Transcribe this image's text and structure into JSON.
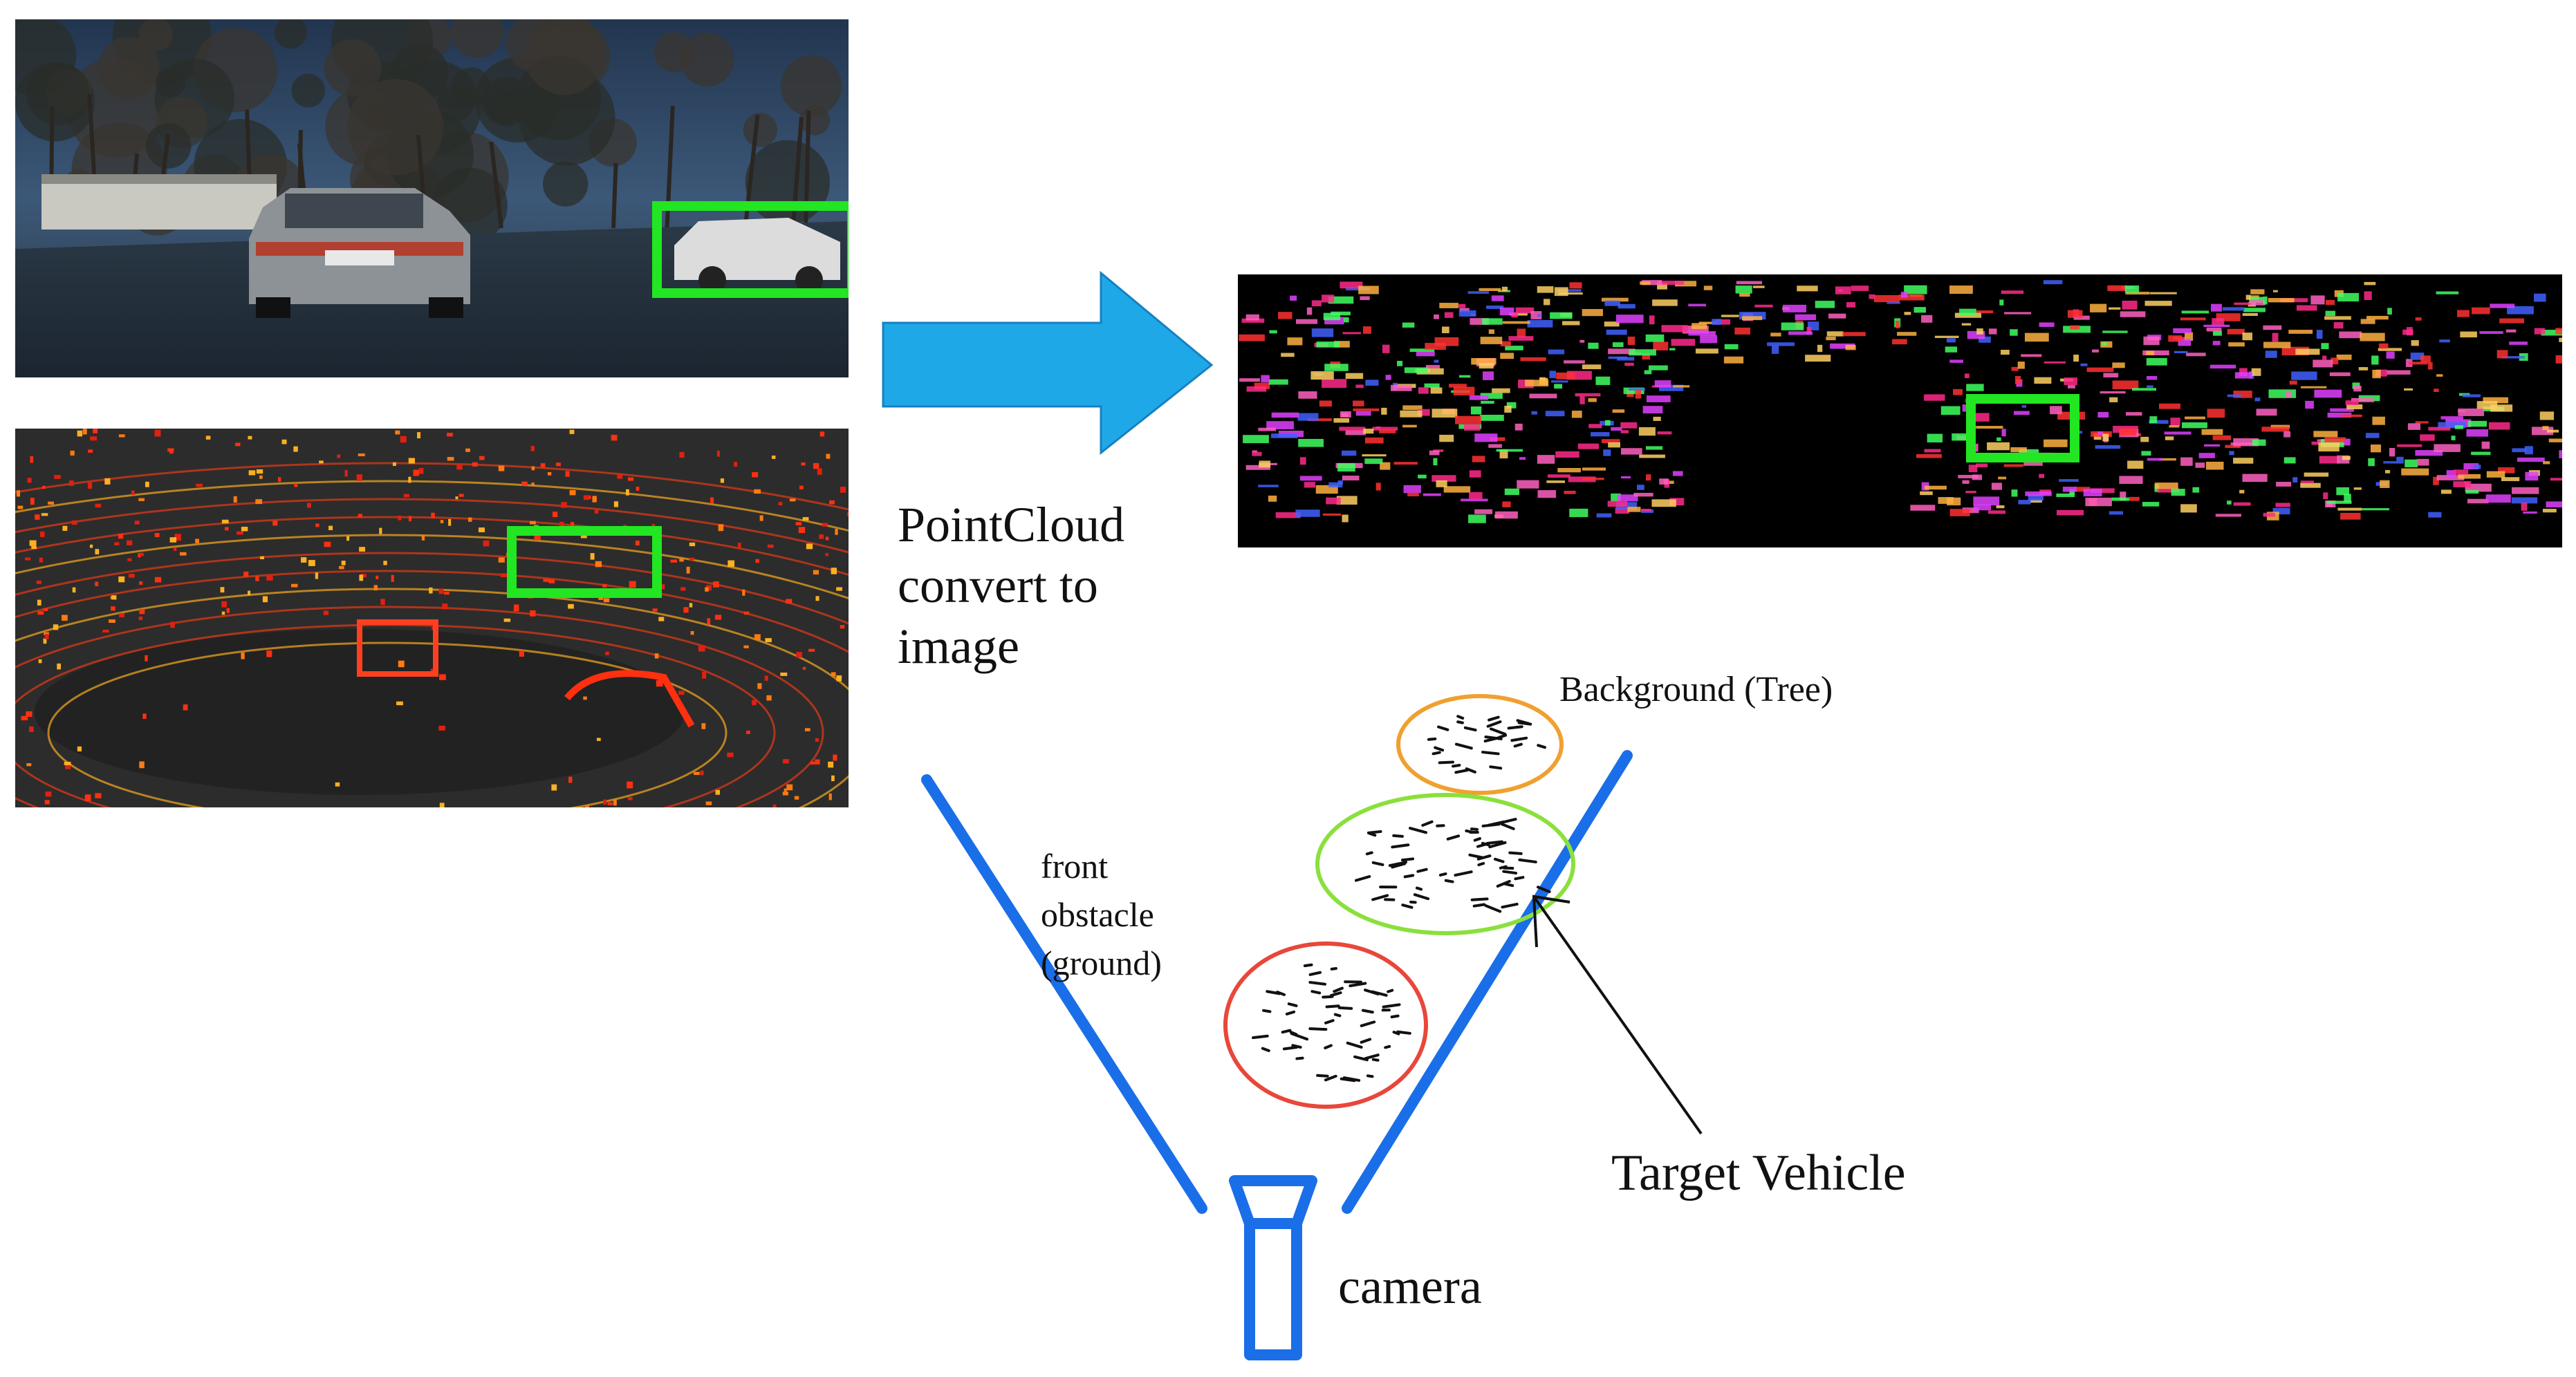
{
  "caption": {
    "line1": "PointCloud",
    "line2": "convert to",
    "line3": "image"
  },
  "labels": {
    "background": "Background  (Tree)",
    "front_line1": "front",
    "front_line2": "obstacle",
    "front_line3": "(ground)",
    "target": "Target Vehicle",
    "camera": "camera"
  },
  "colors": {
    "detection_box": "#22e622",
    "arrow_fill": "#1fa8e8",
    "fov_lines": "#1a6ee8",
    "background_circle": "#f0a030",
    "target_circle": "#8ae03c",
    "front_circle": "#e8473a",
    "lidar_bg": "#2c2c2c",
    "projection_bg": "#000000"
  },
  "icons": {
    "flow_arrow": "right-arrow-icon",
    "camera": "camera-icon"
  }
}
